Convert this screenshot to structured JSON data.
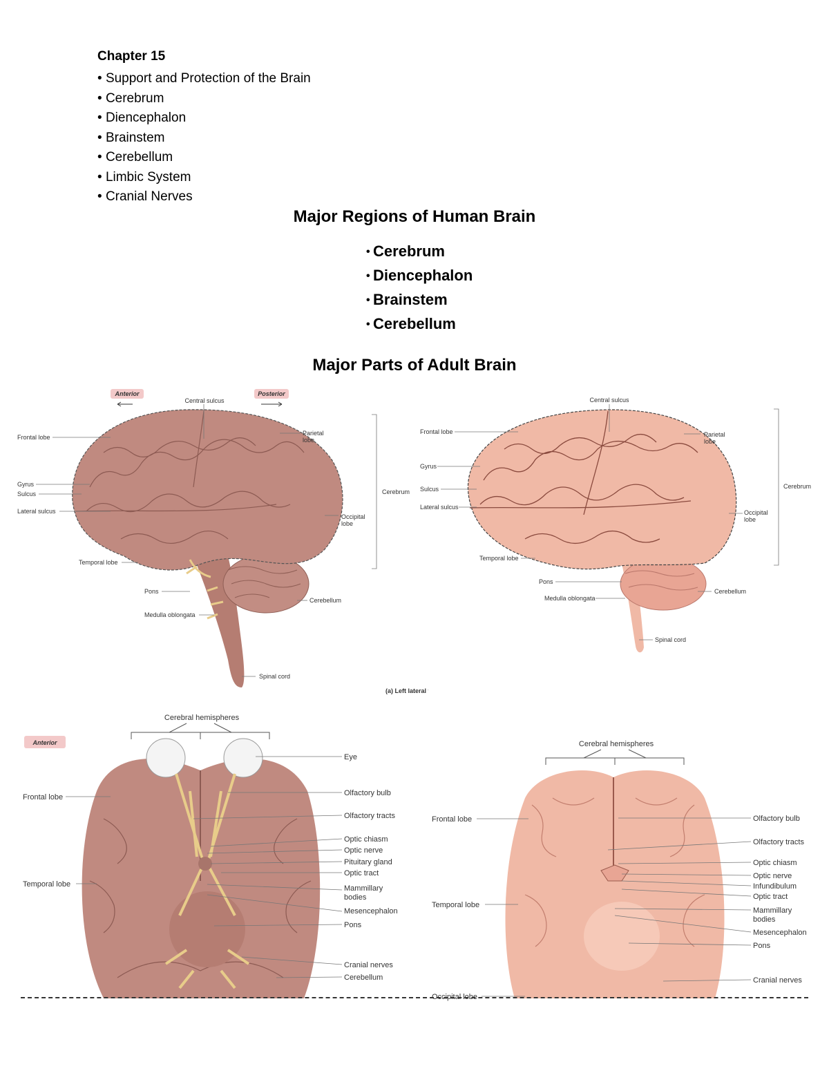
{
  "outline": {
    "heading": "Chapter 15",
    "items": [
      "Support and Protection of the Brain",
      "Cerebrum",
      "Diencephalon",
      "Brainstem",
      "Cerebellum",
      "Limbic System",
      "Cranial Nerves"
    ]
  },
  "regions": {
    "title": "Major Regions of Human Brain",
    "items": [
      "Cerebrum",
      "Diencephalon",
      "Brainstem",
      "Cerebellum"
    ]
  },
  "parts": {
    "title": "Major Parts of Adult Brain"
  },
  "fig_lateral_illustration": {
    "tags": [
      "Anterior",
      "Posterior"
    ],
    "labels": [
      "Central sulcus",
      "Frontal lobe",
      "Parietal",
      "lobe",
      "Gyrus",
      "Sulcus",
      "Lateral sulcus",
      "Cerebrum",
      "Occipital",
      "lobe",
      "Temporal lobe",
      "Pons",
      "Cerebellum",
      "Medulla oblongata",
      "Spinal cord"
    ],
    "caption": "(a) Left lateral view"
  },
  "fig_lateral_photo": {
    "labels": [
      "Central sulcus",
      "Frontal lobe",
      "Parietal",
      "lobe",
      "Gyrus",
      "Sulcus",
      "Lateral sulcus",
      "Cerebrum",
      "Occipital",
      "lobe",
      "Temporal lobe",
      "Pons",
      "Cerebellum",
      "Medulla oblongata",
      "Spinal cord"
    ]
  },
  "fig_inferior_illustration": {
    "tag": "Anterior",
    "labels": [
      "Cerebral hemispheres",
      "Eye",
      "Frontal lobe",
      "Olfactory bulb",
      "Olfactory tracts",
      "Optic chiasm",
      "Optic nerve",
      "Pituitary gland",
      "Optic tract",
      "Temporal lobe",
      "Mammillary",
      "bodies",
      "Mesencephalon",
      "Pons",
      "Cranial nerves",
      "Cerebellum"
    ]
  },
  "fig_inferior_photo": {
    "labels": [
      "Cerebral hemispheres",
      "Frontal lobe",
      "Olfactory bulb",
      "Olfactory tracts",
      "Optic chiasm",
      "Optic nerve",
      "Infundibulum",
      "Optic tract",
      "Temporal lobe",
      "Mammillary",
      "bodies",
      "Mesencephalon",
      "Pons",
      "Cranial nerves",
      "Occipital lobe"
    ]
  },
  "colors": {
    "brain_illustration": "#c08a80",
    "brain_photo": "#f0b9a6",
    "nerve": "#e8cc8a",
    "tag_bg": "#f3c9c9"
  }
}
